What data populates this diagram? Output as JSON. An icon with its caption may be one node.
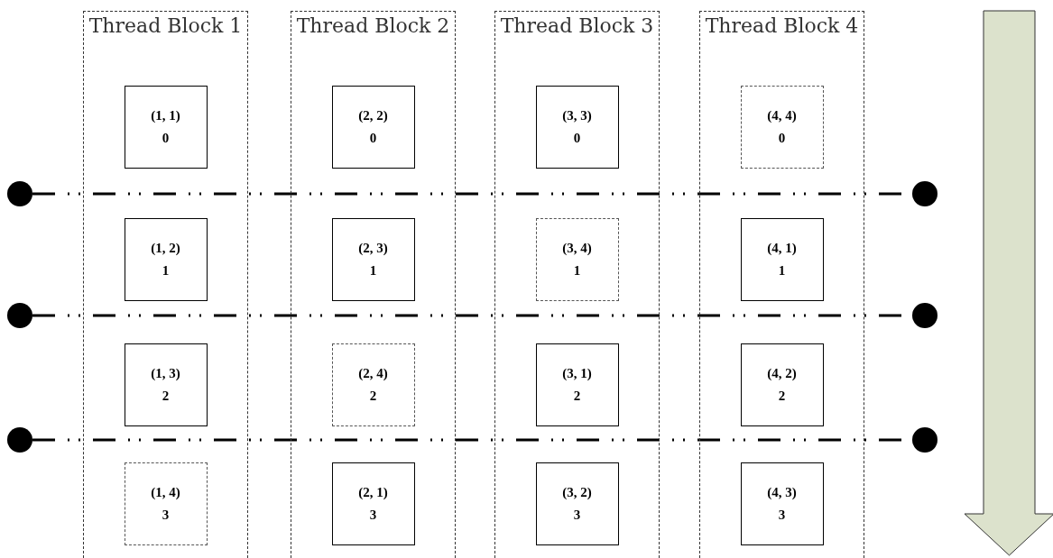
{
  "diagram": {
    "nodes": [
      {
        "text": [
          "Thread Block 1"
        ]
      },
      {
        "text": [
          "(1, 1)",
          "0"
        ],
        "in": 0
      },
      {
        "text": [
          "(1, 2)",
          "1"
        ],
        "in": 0
      },
      {
        "text": [
          "(1, 3)",
          "2"
        ],
        "in": 0
      },
      {
        "text": [
          "(1, 4)",
          "3"
        ],
        "in": 0
      },
      {
        "text": [
          "Thread Block 2"
        ]
      },
      {
        "text": [
          "(2, 2)",
          "0"
        ],
        "in": 5
      },
      {
        "text": [
          "(2, 3)",
          "1"
        ],
        "in": 5
      },
      {
        "text": [
          "(2, 4)",
          "2"
        ],
        "in": 5
      },
      {
        "text": [
          "(2, 1)",
          "3"
        ],
        "in": 5
      },
      {
        "text": [
          "Thread Block 3"
        ]
      },
      {
        "text": [
          "(3, 3)",
          "0"
        ],
        "in": 10
      },
      {
        "text": [
          "(3, 4)",
          "1"
        ],
        "in": 10
      },
      {
        "text": [
          "(3, 1)",
          "2"
        ],
        "in": 10
      },
      {
        "text": [
          "(3, 2)",
          "3"
        ],
        "in": 10
      },
      {
        "text": [
          "Thread Block 4"
        ]
      },
      {
        "text": [
          "(4, 4)",
          "0"
        ],
        "in": 15
      },
      {
        "text": [
          "(4, 1)",
          "1"
        ],
        "in": 15
      },
      {
        "text": [
          "(4, 2)",
          "2"
        ],
        "in": 15
      },
      {
        "text": [
          "(4, 3)",
          "3"
        ],
        "in": 15
      },
      {
        "text": [],
        "shape": "circle"
      },
      {
        "text": [],
        "shape": "circle"
      },
      {
        "text": [],
        "shape": "circle"
      },
      {
        "text": [],
        "shape": "circle"
      },
      {
        "text": [],
        "shape": "circle"
      },
      {
        "text": [],
        "shape": "circle"
      }
    ],
    "edges": [
      {
        "from": 20,
        "to": 21,
        "arrow": "none",
        "style": "dashed"
      },
      {
        "from": 22,
        "to": 23,
        "arrow": "none",
        "style": "dashed"
      },
      {
        "from": 24,
        "to": 25,
        "arrow": "none",
        "style": "dashed"
      }
    ]
  }
}
